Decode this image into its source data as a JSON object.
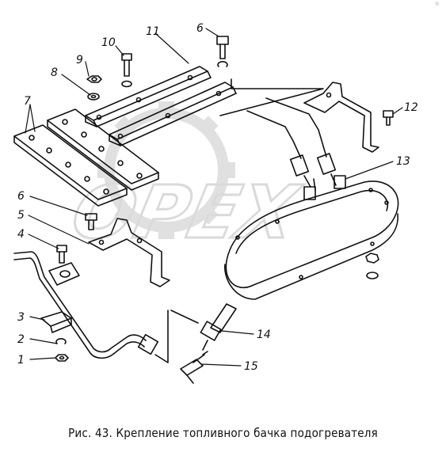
{
  "caption": "Рис. 43. Крепление топливного бачка подогревателя",
  "watermark": "OPEX",
  "corner_mark": "©",
  "colors": {
    "line": "#111111",
    "watermark": "#c8c8c8",
    "background": "#ffffff"
  },
  "callouts": [
    {
      "id": "1",
      "label": "1"
    },
    {
      "id": "2",
      "label": "2"
    },
    {
      "id": "3",
      "label": "3"
    },
    {
      "id": "4",
      "label": "4"
    },
    {
      "id": "5",
      "label": "5"
    },
    {
      "id": "6a",
      "label": "6"
    },
    {
      "id": "6b",
      "label": "6"
    },
    {
      "id": "7",
      "label": "7"
    },
    {
      "id": "8",
      "label": "8"
    },
    {
      "id": "9",
      "label": "9"
    },
    {
      "id": "10",
      "label": "10"
    },
    {
      "id": "11",
      "label": "11"
    },
    {
      "id": "12",
      "label": "12"
    },
    {
      "id": "13",
      "label": "13"
    },
    {
      "id": "14",
      "label": "14"
    },
    {
      "id": "15",
      "label": "15"
    }
  ]
}
